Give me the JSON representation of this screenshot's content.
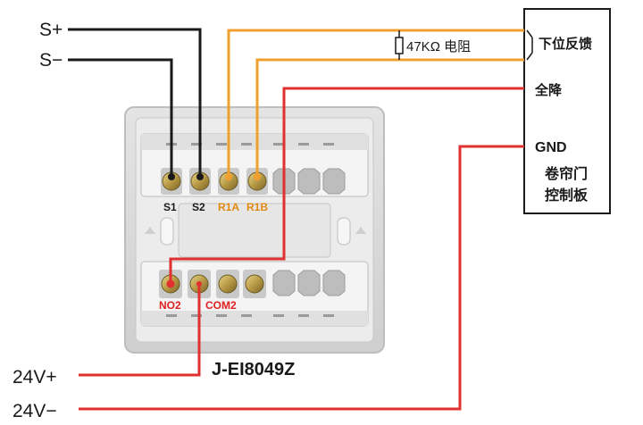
{
  "wire_labels": {
    "s_plus": "S+",
    "s_minus": "S−",
    "v24_plus": "24V+",
    "v24_minus": "24V−"
  },
  "resistor_label": "47KΩ 电阻",
  "control_board": {
    "feedback": "下位反馈",
    "full_down": "全降",
    "gnd": "GND",
    "title_line1": "卷帘门",
    "title_line2": "控制板"
  },
  "terminals": {
    "s1": "S1",
    "s2": "S2",
    "r1a": "R1A",
    "r1b": "R1B",
    "no2": "NO2",
    "com2": "COM2"
  },
  "model": "J-EI8049Z",
  "colors": {
    "black_wire": "#1a1a1a",
    "orange_wire": "#f0a030",
    "red_wire": "#e03030",
    "terminal_label_orange": "#e08a10",
    "terminal_label_red": "#e02020",
    "housing": "#d9d9d9"
  }
}
